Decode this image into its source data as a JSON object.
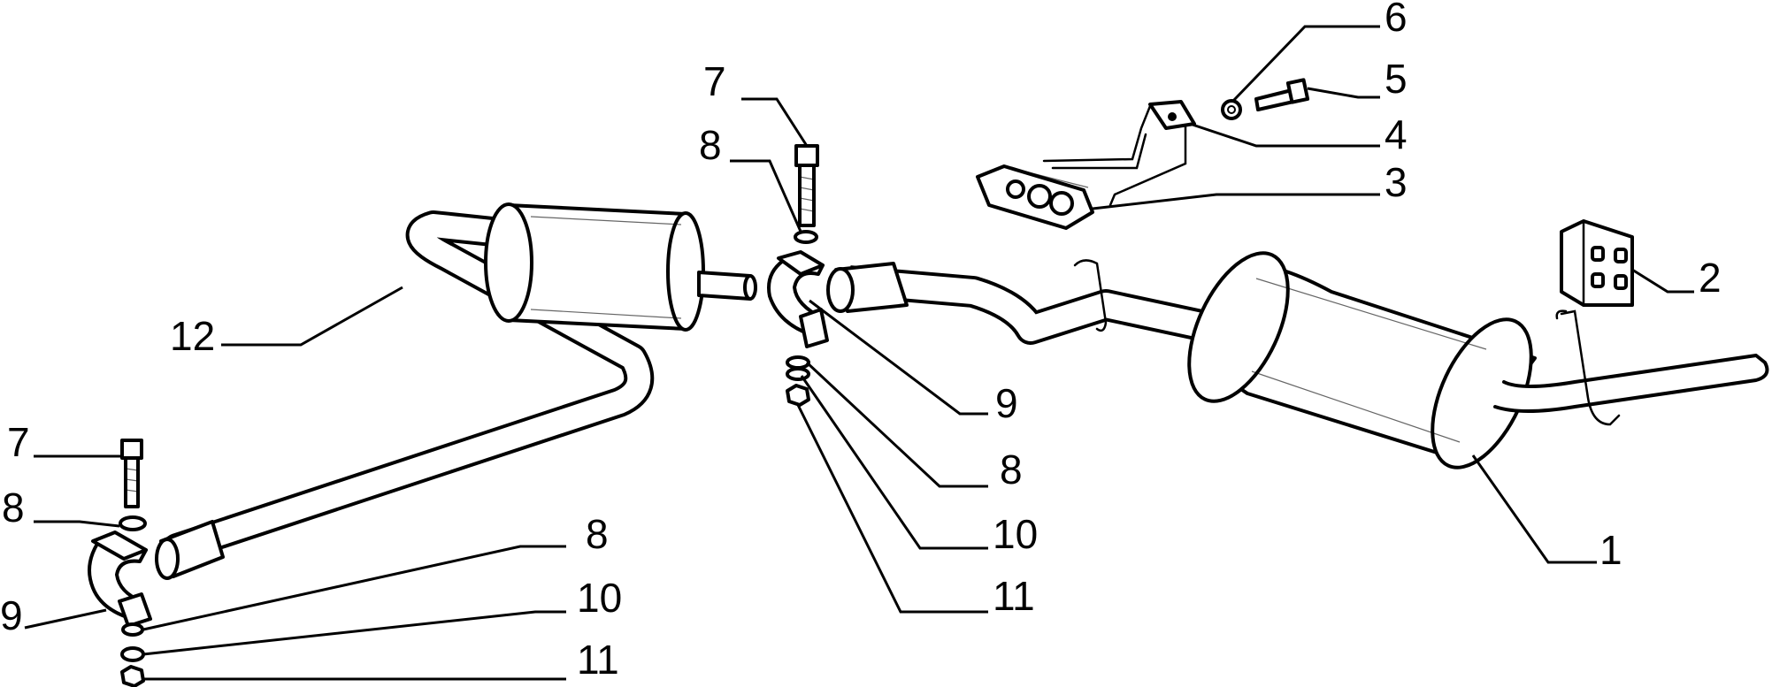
{
  "diagram": {
    "callouts": [
      {
        "id": "c1",
        "label": "1"
      },
      {
        "id": "c2",
        "label": "2"
      },
      {
        "id": "c3",
        "label": "3"
      },
      {
        "id": "c4",
        "label": "4"
      },
      {
        "id": "c5",
        "label": "5"
      },
      {
        "id": "c6",
        "label": "6"
      },
      {
        "id": "c7a",
        "label": "7"
      },
      {
        "id": "c8a",
        "label": "8"
      },
      {
        "id": "c9a",
        "label": "9"
      },
      {
        "id": "c8b",
        "label": "8"
      },
      {
        "id": "c10a",
        "label": "10"
      },
      {
        "id": "c11a",
        "label": "11"
      },
      {
        "id": "c12",
        "label": "12"
      },
      {
        "id": "c7b",
        "label": "7"
      },
      {
        "id": "c8c",
        "label": "8"
      },
      {
        "id": "c9b",
        "label": "9"
      },
      {
        "id": "c8d",
        "label": "8"
      },
      {
        "id": "c10b",
        "label": "10"
      },
      {
        "id": "c11b",
        "label": "11"
      }
    ]
  }
}
